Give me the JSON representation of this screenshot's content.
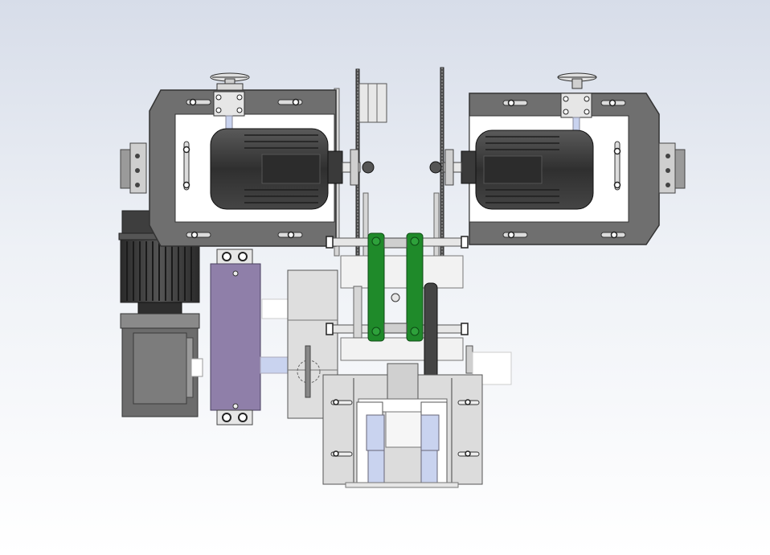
{
  "scene": {
    "kind": "cad-assembly-render",
    "colors": {
      "background_top": "#d7dde9",
      "background_bottom": "#ffffff",
      "frame": "#6f6f6f",
      "frame_dark": "#4e4e4e",
      "motor": "#3c3c3c",
      "motor_fin": "#2a2a2a",
      "inner_panel": "#ffffff",
      "green_link": "#1f8a2a",
      "purple_box": "#8f7fa9",
      "light_steel": "#dcdcdc",
      "pale_blue": "#c9d3ef",
      "gearbox": "#6c6c6c"
    },
    "parts": [
      "left-motor-frame",
      "right-motor-frame",
      "left-drive-motor",
      "right-drive-motor",
      "left-handwheel",
      "right-handwheel",
      "left-timing-belt",
      "right-timing-belt",
      "green-linkage-arm",
      "vertical-gear-motor",
      "gearbox",
      "purple-control-box",
      "sprocket-plate",
      "clamping-base-assembly"
    ]
  }
}
